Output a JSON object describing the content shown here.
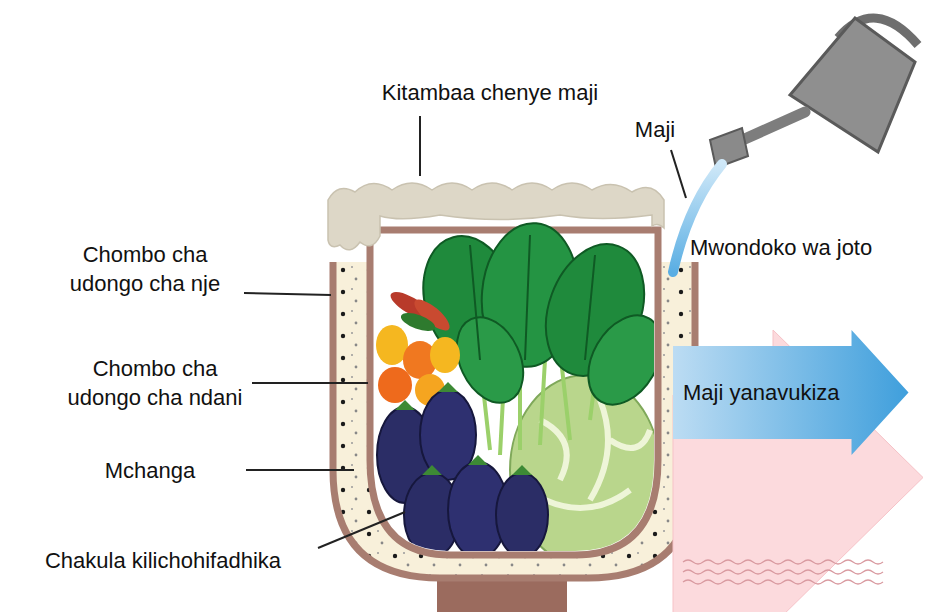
{
  "diagram": {
    "nodes": [
      {
        "text": [
          "Mwondoko wa joto"
        ]
      },
      {
        "text": [
          "Maji yanavukiza"
        ],
        "in": 0
      }
    ],
    "labels": [
      "Kitambaa chenye maji",
      "Maji",
      "Chombo cha udongo cha nje",
      "Chombo cha udongo cha ndani",
      "Mchanga",
      "Chakula kilichohifadhika"
    ]
  }
}
